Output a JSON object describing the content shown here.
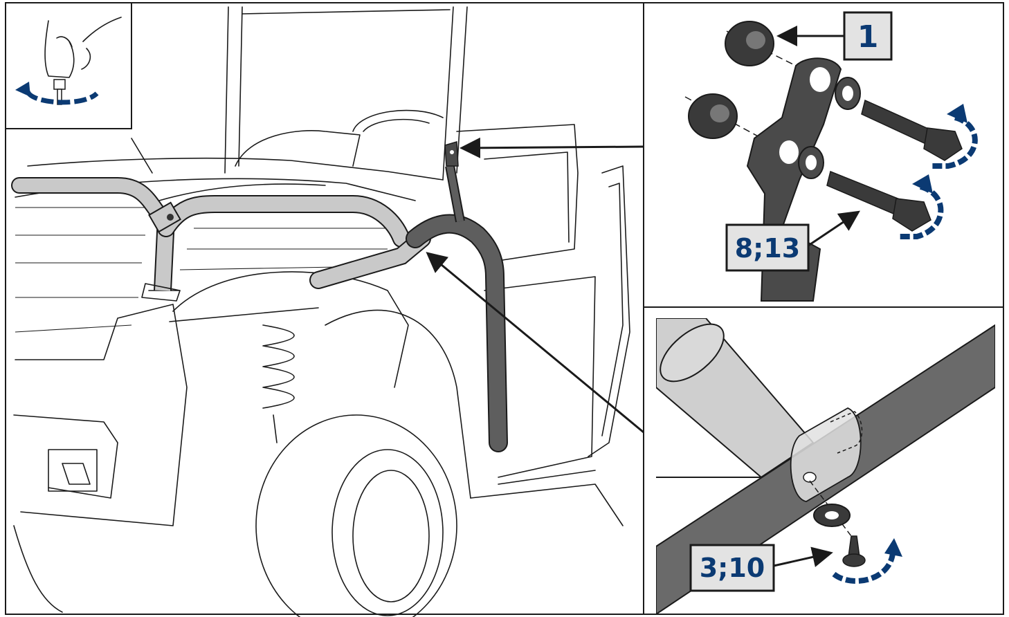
{
  "callouts": {
    "part_1": "1",
    "part_8_13": "8;13",
    "part_3_10": "3;10"
  },
  "colors": {
    "callout_text": "#0b3a73",
    "callout_fill": "#e3e3e3",
    "rotation_arrow": "#0b3a73",
    "tube_light": "#c9c9c9",
    "tube_dark": "#5e5e5e",
    "bracket_dark": "#4a4a4a",
    "line": "#1a1a1a"
  },
  "icons": [
    "hand-tighten-icon",
    "rotation-arrow-icon",
    "pointer-arrow-icon"
  ]
}
